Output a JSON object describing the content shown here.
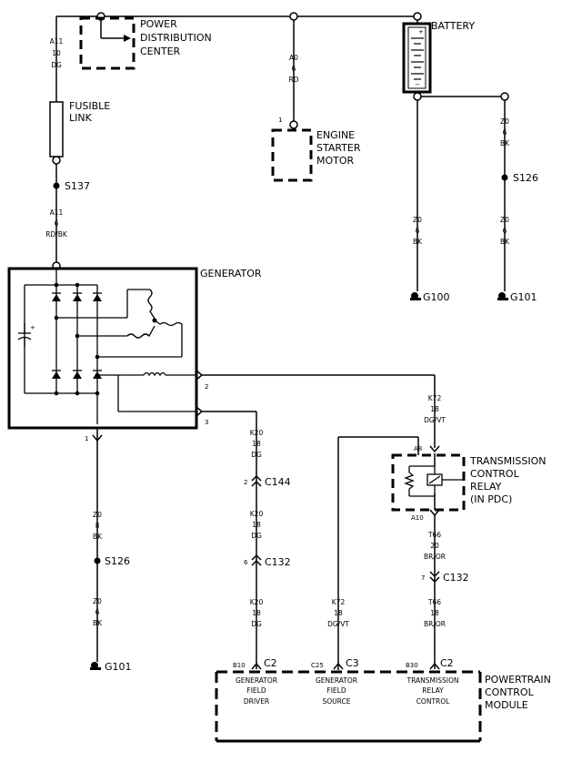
{
  "components": {
    "pdc": [
      "POWER",
      "DISTRIBUTION",
      "CENTER"
    ],
    "battery": "BATTERY",
    "fusible_link": [
      "FUSIBLE",
      "LINK"
    ],
    "starter": [
      "ENGINE",
      "STARTER",
      "MOTOR"
    ],
    "starter_pin": "1",
    "generator": "GENERATOR",
    "relay": [
      "TRANSMISSION",
      "CONTROL",
      "RELAY",
      "(IN PDC)"
    ],
    "pcm": [
      "POWERTRAIN",
      "CONTROL",
      "MODULE"
    ]
  },
  "wires": {
    "a11_top": [
      "A11",
      "10",
      "DG"
    ],
    "a0": [
      "A0",
      "6",
      "RD"
    ],
    "a11_bot": [
      "A11",
      "6",
      "RD/BK"
    ],
    "z0_bat1": [
      "Z0",
      "6",
      "BK"
    ],
    "z0_bat2": [
      "Z0",
      "6",
      "BK"
    ],
    "z0_bat3": [
      "Z0",
      "6",
      "BK"
    ],
    "k72_top": [
      "K72",
      "18",
      "DG/VT"
    ],
    "k20_1": [
      "K20",
      "18",
      "DG"
    ],
    "k20_2": [
      "K20",
      "18",
      "DG"
    ],
    "k20_3": [
      "K20",
      "18",
      "DG"
    ],
    "z0_gen1": [
      "Z0",
      "8",
      "BK"
    ],
    "z0_gen2": [
      "Z0",
      "6",
      "BK"
    ],
    "t66_1": [
      "T66",
      "20",
      "BR/OR"
    ],
    "t66_2": [
      "T66",
      "18",
      "BR/OR"
    ],
    "k72_bot": [
      "K72",
      "18",
      "DG/VT"
    ]
  },
  "splices": {
    "s137": "S137",
    "s126_bat": "S126",
    "s126_gen": "S126"
  },
  "grounds": {
    "g100": "G100",
    "g101_bat": "G101",
    "g101_gen": "G101"
  },
  "connectors": {
    "c144": "C144",
    "c144_pin": "2",
    "c132_k20": "C132",
    "c132_k20_pin": "6",
    "c132_t66": "C132",
    "c132_t66_pin": "7"
  },
  "gen_pins": {
    "p1": "1",
    "p2": "2",
    "p3": "3"
  },
  "relay_pins": {
    "a8": "A8",
    "a10": "A10"
  },
  "pcm_pins": {
    "b10": "B10",
    "b10_conn": "C2",
    "c25": "C25",
    "c25_conn": "C3",
    "b30": "B30",
    "b30_conn": "C2"
  },
  "pcm_functions": {
    "f1": [
      "GENERATOR",
      "FIELD",
      "DRIVER"
    ],
    "f2": [
      "GENERATOR",
      "FIELD",
      "SOURCE"
    ],
    "f3": [
      "TRANSMISSION",
      "RELAY",
      "CONTROL"
    ]
  }
}
